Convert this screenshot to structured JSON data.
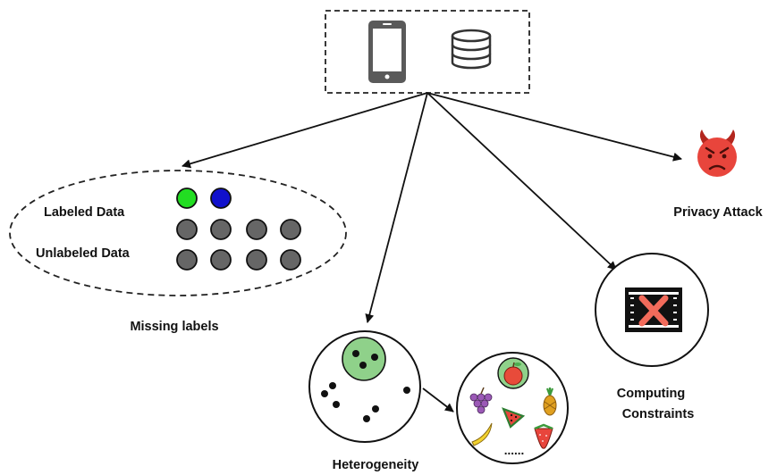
{
  "device_box": {
    "icons": [
      "smartphone-icon",
      "database-icon"
    ]
  },
  "missing_labels": {
    "labeled_data": "Labeled Data",
    "unlabeled_data": "Unlabeled Data",
    "caption": "Missing labels",
    "labeled_colors": [
      "#22dd22",
      "#1111cc"
    ],
    "unlabeled_color": "#666666"
  },
  "heterogeneity": {
    "caption": "Heterogeneity",
    "group_color": "#8fd18a",
    "fruit_icons": [
      "apple-icon",
      "grapes-icon",
      "pineapple-icon",
      "watermelon-icon",
      "banana-icon",
      "strawberry-icon"
    ],
    "ellipsis": "......"
  },
  "computing_constraints": {
    "caption_line1": "Computing",
    "caption_line2": "Constraints",
    "icon": "memory-chip-crossed-icon",
    "cross_color": "#f26b5b"
  },
  "privacy_attack": {
    "caption": "Privacy Attack",
    "icon": "angry-devil-face-icon",
    "face_color": "#e8453c"
  }
}
